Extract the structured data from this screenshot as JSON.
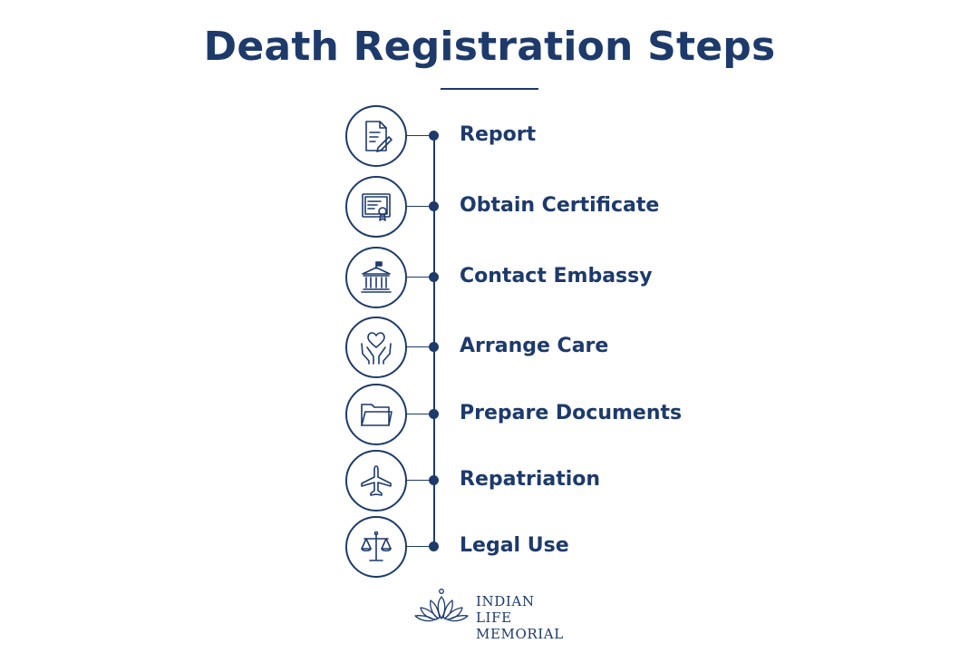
{
  "title": "Death Registration Steps",
  "accent_color": "#1d3a6b",
  "steps": [
    {
      "label": "Report",
      "icon": "document-pen-icon"
    },
    {
      "label": "Obtain Certificate",
      "icon": "certificate-icon"
    },
    {
      "label": "Contact Embassy",
      "icon": "embassy-building-icon"
    },
    {
      "label": "Arrange Care",
      "icon": "hands-heart-icon"
    },
    {
      "label": "Prepare Documents",
      "icon": "folder-icon"
    },
    {
      "label": "Repatriation",
      "icon": "airplane-icon"
    },
    {
      "label": "Legal Use",
      "icon": "scales-of-justice-icon"
    }
  ],
  "logo": {
    "line1": "INDIAN LIFE",
    "line2": "MEMORIAL",
    "icon": "lotus-icon"
  }
}
